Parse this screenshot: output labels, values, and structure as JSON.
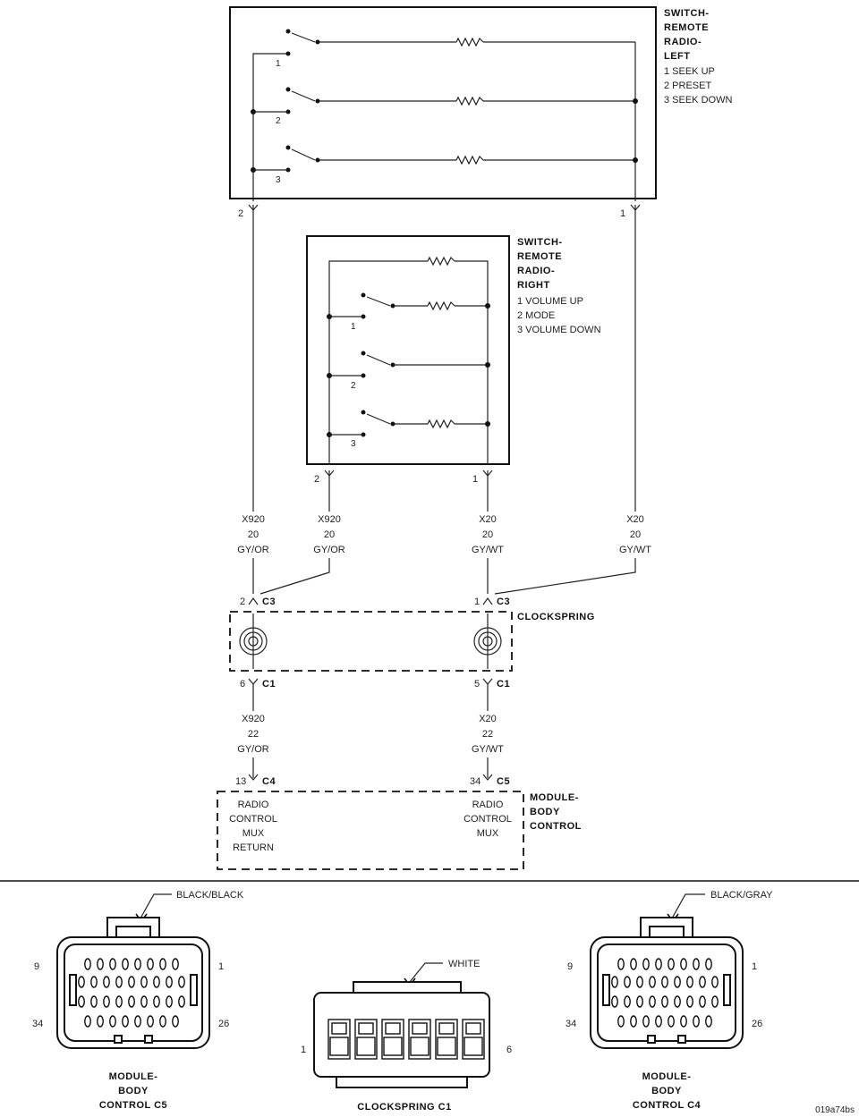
{
  "switch_left": {
    "title": [
      "SWITCH-",
      "REMOTE",
      "RADIO-",
      "LEFT"
    ],
    "items": [
      "1 SEEK UP",
      "2 PRESET",
      "3 SEEK DOWN"
    ],
    "switch_nums": [
      "1",
      "2",
      "3"
    ],
    "pin_left": "2",
    "pin_right": "1"
  },
  "switch_right": {
    "title": [
      "SWITCH-",
      "REMOTE",
      "RADIO-",
      "RIGHT"
    ],
    "items": [
      "1 VOLUME UP",
      "2 MODE",
      "3 VOLUME DOWN"
    ],
    "switch_nums": [
      "1",
      "2",
      "3"
    ],
    "pin_left": "2",
    "pin_right": "1"
  },
  "wires_upper": [
    [
      "X920",
      "20",
      "GY/OR"
    ],
    [
      "X920",
      "20",
      "GY/OR"
    ],
    [
      "X20",
      "20",
      "GY/WT"
    ],
    [
      "X20",
      "20",
      "GY/WT"
    ]
  ],
  "clockspring": {
    "title": "CLOCKSPRING",
    "top_left_pin": "2",
    "top_left_conn": "C3",
    "top_right_pin": "1",
    "top_right_conn": "C3",
    "bottom_left_pin": "6",
    "bottom_left_conn": "C1",
    "bottom_right_pin": "5",
    "bottom_right_conn": "C1"
  },
  "wires_lower": [
    [
      "X920",
      "22",
      "GY/OR"
    ],
    [
      "X20",
      "22",
      "GY/WT"
    ]
  ],
  "bcm": {
    "title": [
      "MODULE-",
      "BODY",
      "CONTROL"
    ],
    "left_pin": "13",
    "left_conn": "C4",
    "right_pin": "34",
    "right_conn": "C5",
    "left_func": [
      "RADIO",
      "CONTROL",
      "MUX",
      "RETURN"
    ],
    "right_func": [
      "RADIO",
      "CONTROL",
      "MUX"
    ]
  },
  "connectors": {
    "c5": {
      "color": "BLACK/BLACK",
      "pins": [
        "9",
        "1",
        "34",
        "26"
      ],
      "title": [
        "MODULE-",
        "BODY",
        "CONTROL C5"
      ]
    },
    "clockspring_c1": {
      "color": "WHITE",
      "pins": [
        "1",
        "6"
      ],
      "title": "CLOCKSPRING C1"
    },
    "c4": {
      "color": "BLACK/GRAY",
      "pins": [
        "9",
        "1",
        "34",
        "26"
      ],
      "title": [
        "MODULE-",
        "BODY",
        "CONTROL C4"
      ]
    }
  },
  "figure_id": "019a74bs"
}
